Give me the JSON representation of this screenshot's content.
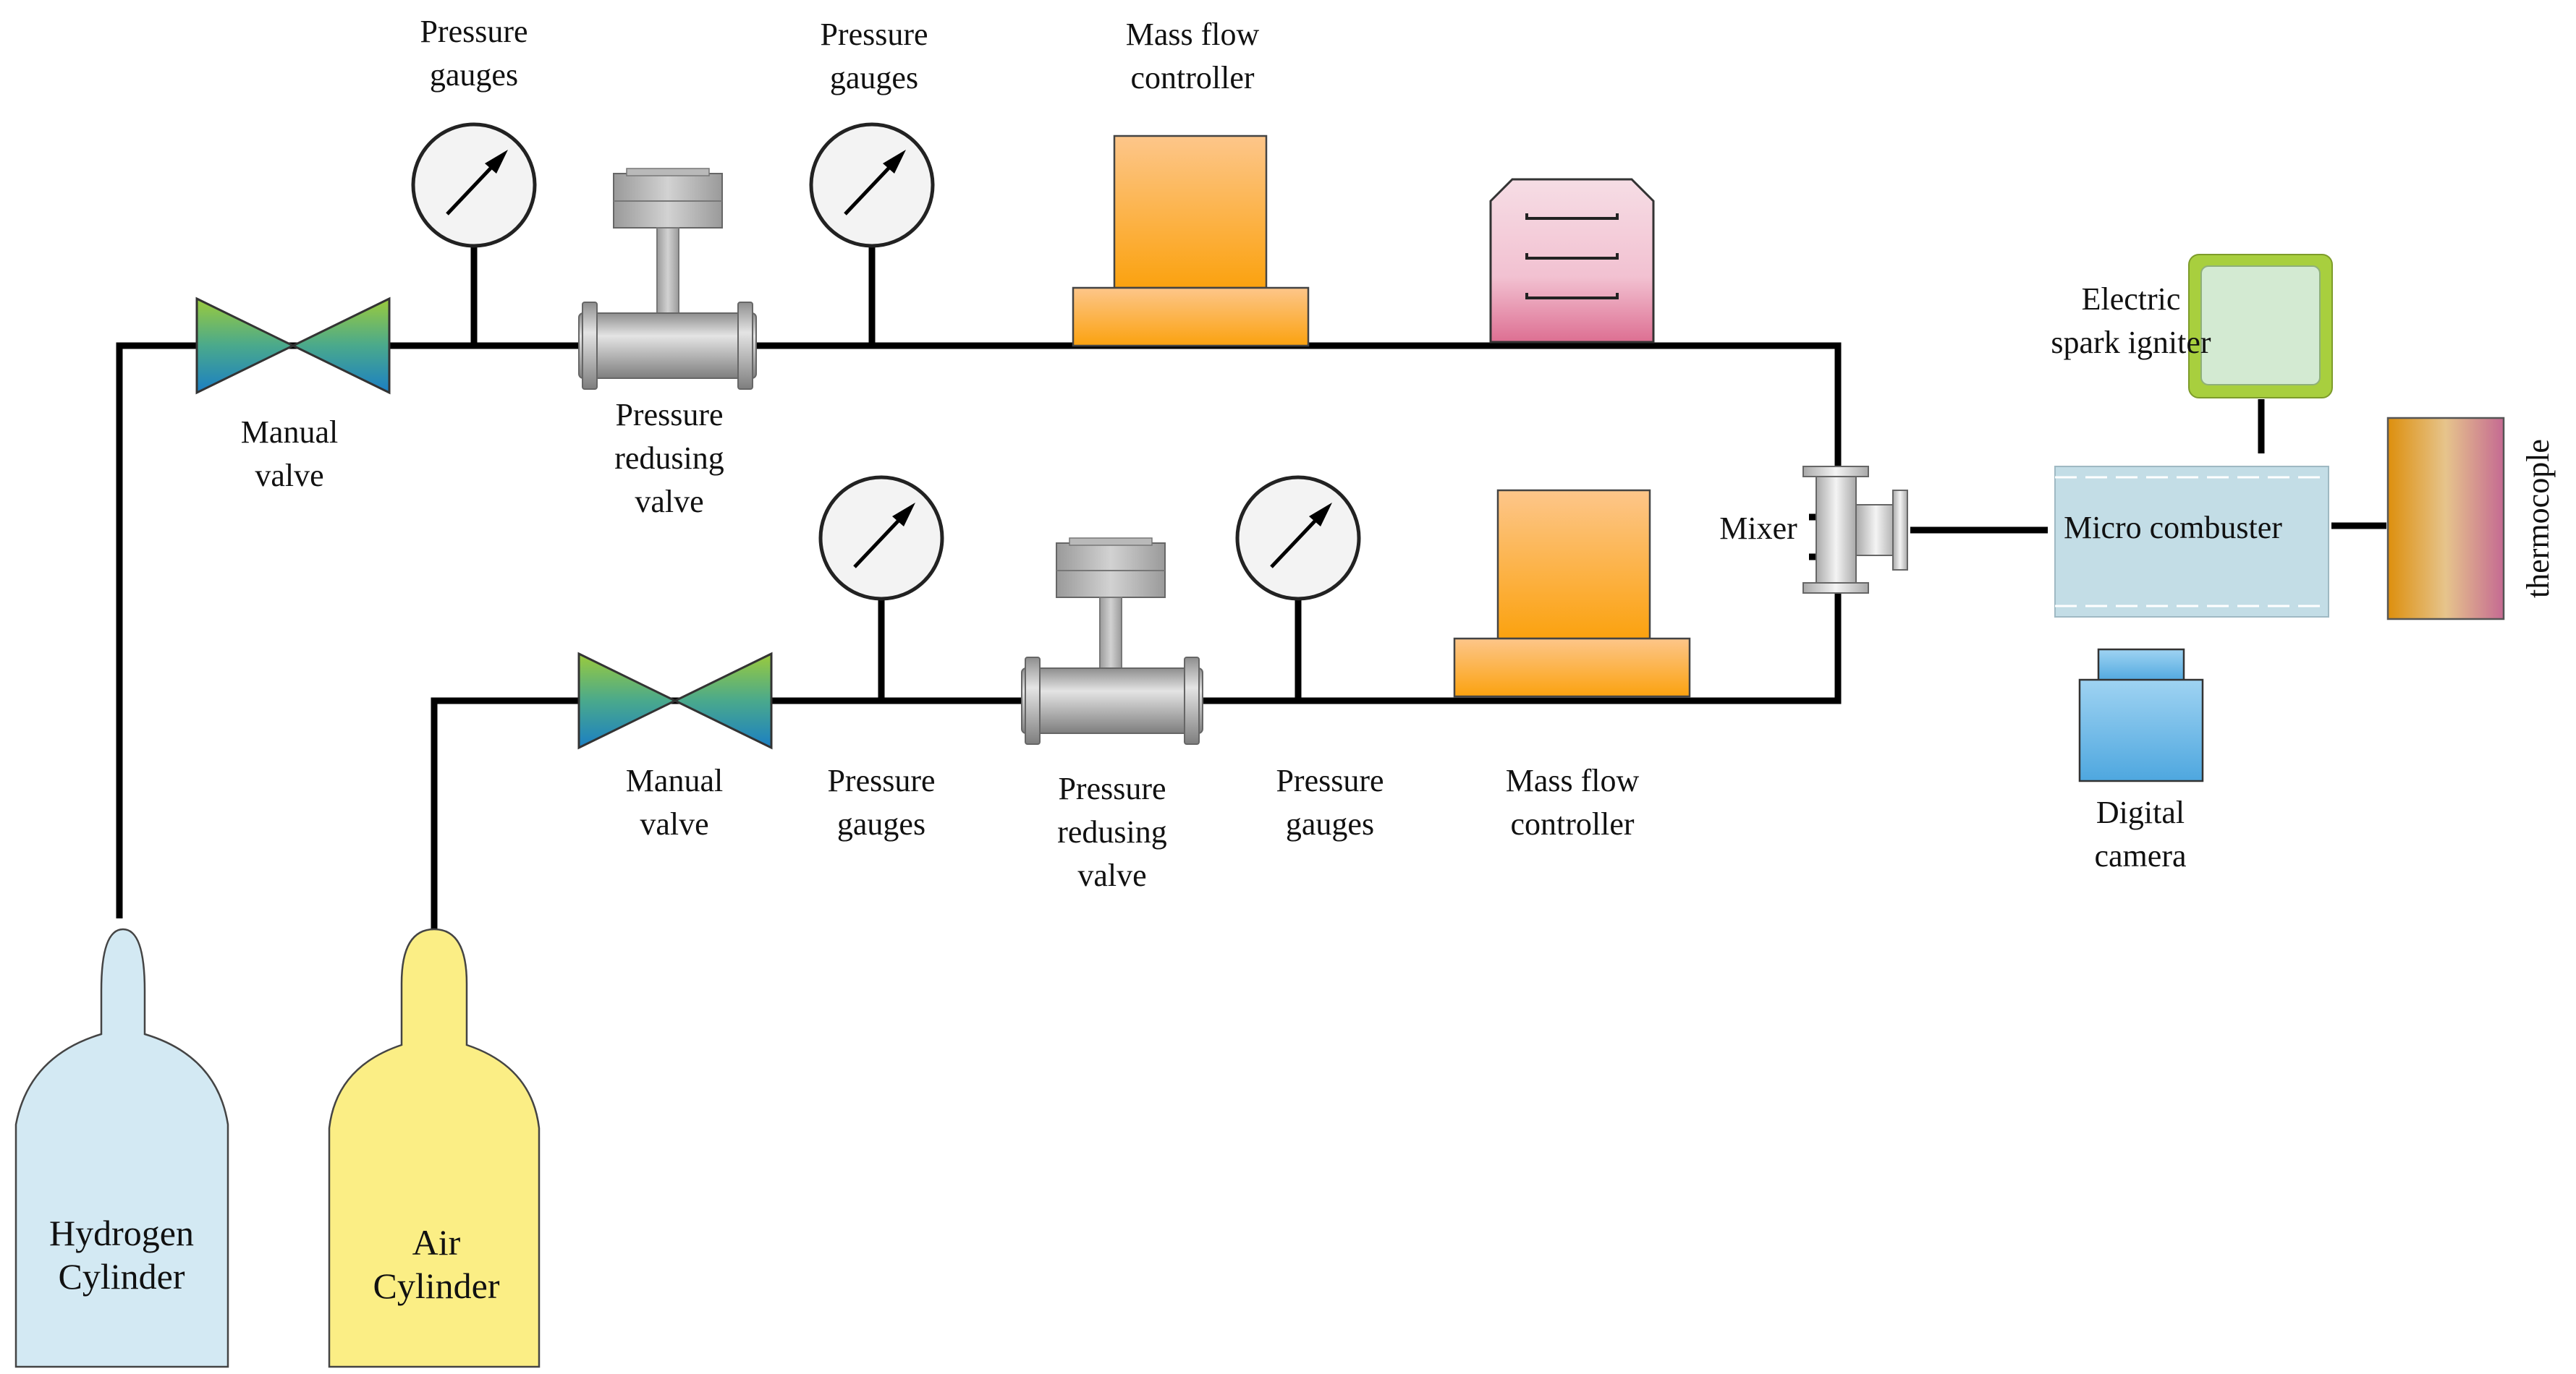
{
  "labels": {
    "pressure_gauges_top_1": [
      "Pressure",
      "gauges"
    ],
    "pressure_gauges_top_2": [
      "Pressure",
      "gauges"
    ],
    "mass_flow_controller_top": [
      "Mass flow",
      "controller"
    ],
    "manual_valve_top": [
      "Manual",
      "valve"
    ],
    "pressure_reducing_valve_top": [
      "Pressure",
      "redusing",
      "valve"
    ],
    "manual_valve_bottom": [
      "Manual",
      "valve"
    ],
    "pressure_gauges_bottom_1": [
      "Pressure",
      "gauges"
    ],
    "pressure_reducing_valve_bottom": [
      "Pressure",
      "redusing",
      "valve"
    ],
    "pressure_gauges_bottom_2": [
      "Pressure",
      "gauges"
    ],
    "mass_flow_controller_bottom": [
      "Mass flow",
      "controller"
    ],
    "mixer": "Mixer",
    "electric_spark_igniter": [
      "Electric",
      "spark igniter"
    ],
    "micro_combuster": "Micro combuster",
    "thermocouple": "thermocople",
    "digital_camera": [
      "Digital",
      "camera"
    ],
    "hydrogen_cylinder": [
      "Hydrogen",
      "Cylinder"
    ],
    "air_cylinder": [
      "Air",
      "Cylinder"
    ]
  },
  "colors": {
    "pipe": "#000000",
    "hydrogen_cylinder": "#d3e9f3",
    "air_cylinder": "#fbee85",
    "mass_flow_controller": "#fca62a",
    "display_unit": "#e8859f",
    "igniter_frame": "#a8cf3e",
    "igniter_face": "#d3ead2",
    "micro_combuster": "#c3dde6",
    "camera": "#6cb8e6",
    "valve_top": "#8cc63e",
    "valve_bottom": "#1b7fc4"
  }
}
